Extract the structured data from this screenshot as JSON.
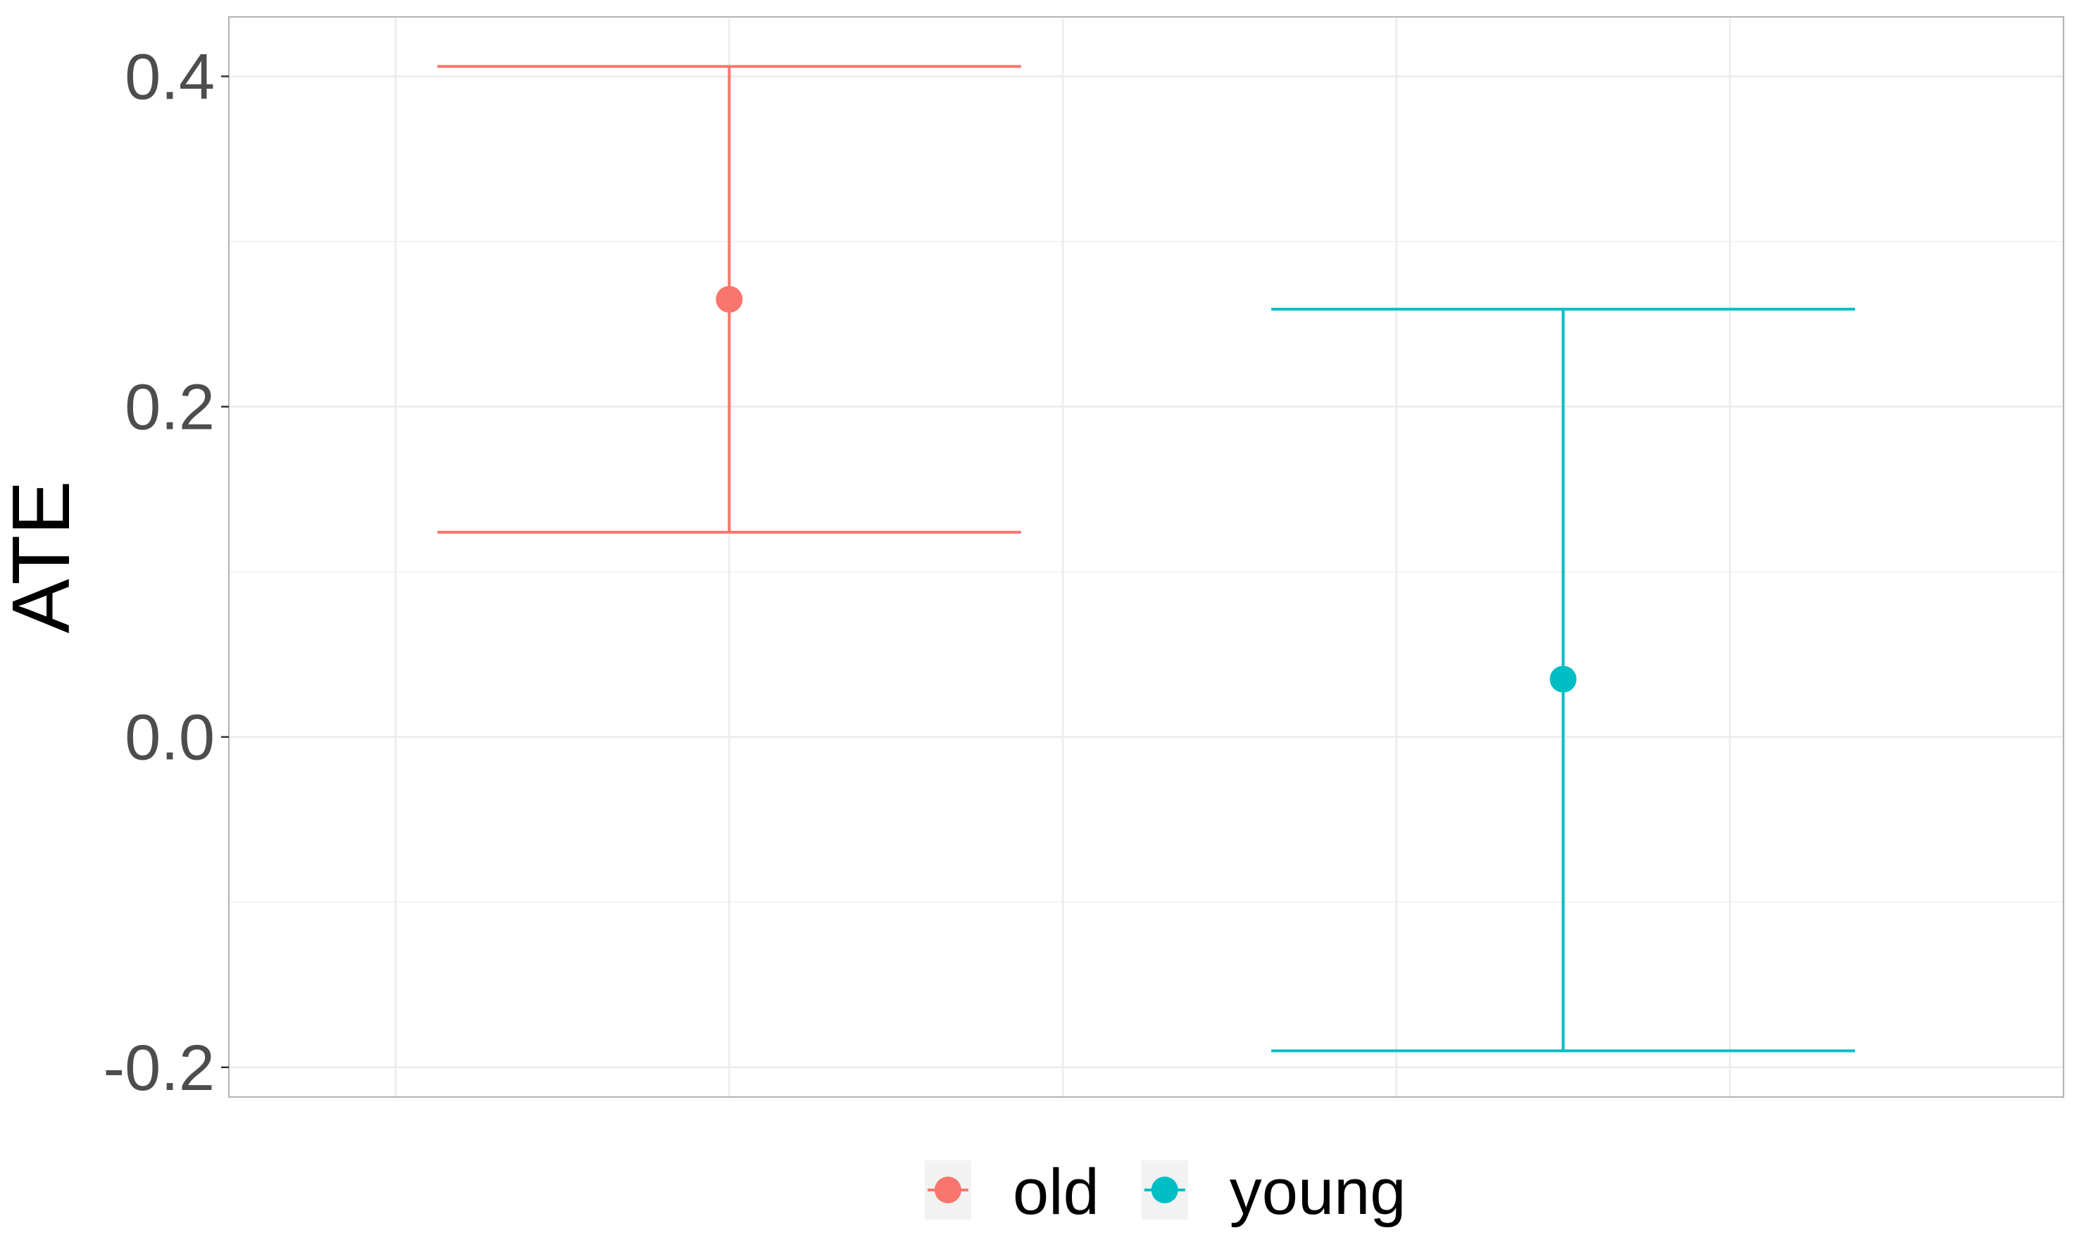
{
  "chart_data": {
    "type": "errorbar",
    "xlabel": "",
    "ylabel": "ATE",
    "ylim": [
      -0.218,
      0.436
    ],
    "yticks": [
      -0.2,
      0.0,
      0.2,
      0.4
    ],
    "ytick_labels": [
      "-0.2",
      "0.0",
      "0.2",
      "0.4"
    ],
    "grid": true,
    "legend_position": "bottom",
    "series": [
      {
        "name": "old",
        "color": "#F8766D",
        "estimate": 0.265,
        "lower": 0.124,
        "upper": 0.406
      },
      {
        "name": "young",
        "color": "#00BFC4",
        "estimate": 0.035,
        "lower": -0.19,
        "upper": 0.259
      }
    ]
  }
}
